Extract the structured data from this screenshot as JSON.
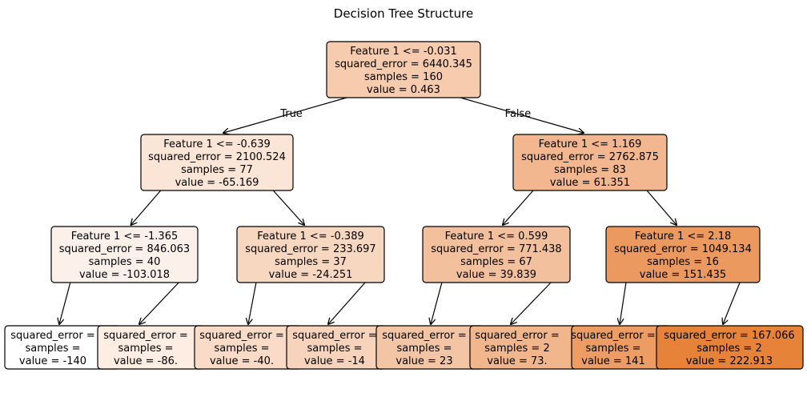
{
  "title": "Decision Tree Structure",
  "edge_labels": {
    "left": "True",
    "right": "False"
  },
  "nodes": [
    {
      "id": "n0",
      "lines": [
        "Feature 1 <= -0.031",
        "squared_error = 6440.345",
        "samples = 160",
        "value = 0.463"
      ],
      "color": "#f6cbae"
    },
    {
      "id": "n1",
      "lines": [
        "Feature 1 <= -0.639",
        "squared_error = 2100.524",
        "samples = 77",
        "value = -65.169"
      ],
      "color": "#fbe5d6"
    },
    {
      "id": "n2",
      "lines": [
        "Feature 1 <= 1.169",
        "squared_error = 2762.875",
        "samples = 83",
        "value = 61.351"
      ],
      "color": "#f2b78f"
    },
    {
      "id": "n3",
      "lines": [
        "Feature 1 <= -1.365",
        "squared_error = 846.063",
        "samples = 40",
        "value = -103.018"
      ],
      "color": "#fcf0eb"
    },
    {
      "id": "n4",
      "lines": [
        "Feature 1 <= -0.389",
        "squared_error = 233.697",
        "samples = 37",
        "value = -24.251"
      ],
      "color": "#f8d7c0"
    },
    {
      "id": "n5",
      "lines": [
        "Feature 1 <= 0.599",
        "squared_error = 771.438",
        "samples = 67",
        "value = 39.839"
      ],
      "color": "#f3c09e"
    },
    {
      "id": "n6",
      "lines": [
        "Feature 1 <= 2.18",
        "squared_error = 1049.134",
        "samples = 16",
        "value = 151.435"
      ],
      "color": "#ec995f"
    },
    {
      "id": "n7",
      "lines": [
        "",
        "squared_error = ",
        "samples = ",
        "value = -140"
      ],
      "color": "#ffffff"
    },
    {
      "id": "n8",
      "lines": [
        "",
        "squared_error = ",
        "samples = ",
        "value = -86."
      ],
      "color": "#fdede3"
    },
    {
      "id": "n9",
      "lines": [
        "",
        "squared_error = ",
        "samples = ",
        "value = -40."
      ],
      "color": "#f9dbc7"
    },
    {
      "id": "n10",
      "lines": [
        "",
        "squared_error = ",
        "samples = ",
        "value = -14"
      ],
      "color": "#f7d3bb"
    },
    {
      "id": "n11",
      "lines": [
        "",
        "squared_error = ",
        "samples = ",
        "value = 23"
      ],
      "color": "#f4c5a5"
    },
    {
      "id": "n12",
      "lines": [
        "",
        "squared_error = ",
        "samples = 2",
        "value = 73."
      ],
      "color": "#f2b68d"
    },
    {
      "id": "n13",
      "lines": [
        "",
        "squared_error = ",
        "samples = ",
        "value = 141"
      ],
      "color": "#ed9c63"
    },
    {
      "id": "n14",
      "lines": [
        "",
        "squared_error = 167.066",
        "samples = 2",
        "value = 222.913"
      ],
      "color": "#e78239"
    }
  ],
  "edges": [
    [
      "n0",
      "n1"
    ],
    [
      "n0",
      "n2"
    ],
    [
      "n1",
      "n3"
    ],
    [
      "n1",
      "n4"
    ],
    [
      "n2",
      "n5"
    ],
    [
      "n2",
      "n6"
    ],
    [
      "n3",
      "n7"
    ],
    [
      "n3",
      "n8"
    ],
    [
      "n4",
      "n9"
    ],
    [
      "n4",
      "n10"
    ],
    [
      "n5",
      "n11"
    ],
    [
      "n5",
      "n12"
    ],
    [
      "n6",
      "n13"
    ],
    [
      "n6",
      "n14"
    ]
  ]
}
